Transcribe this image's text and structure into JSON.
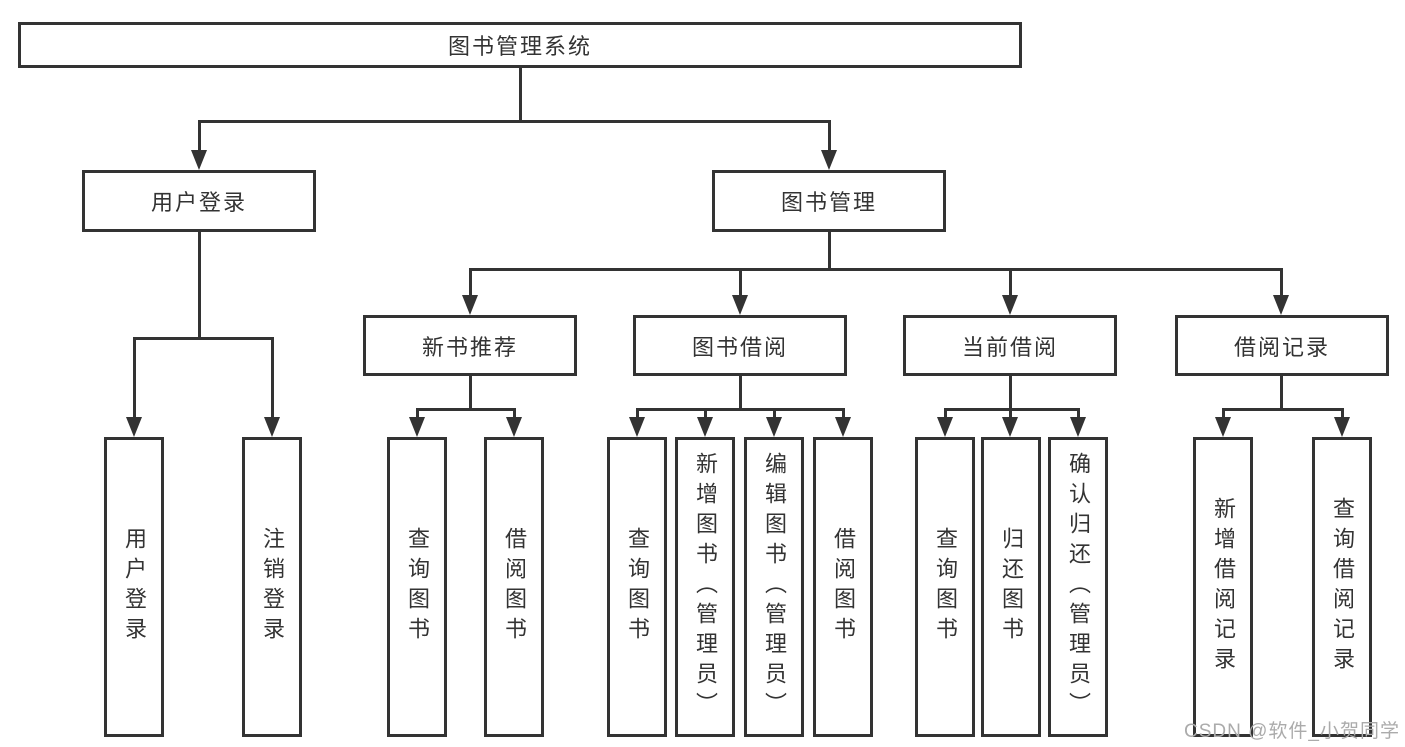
{
  "nodes": {
    "root": {
      "label": "图书管理系统"
    },
    "user_login": {
      "label": "用户登录"
    },
    "book_mgmt": {
      "label": "图书管理"
    },
    "new_books": {
      "label": "新书推荐"
    },
    "book_borrow": {
      "label": "图书借阅"
    },
    "current_borrow": {
      "label": "当前借阅"
    },
    "borrow_records": {
      "label": "借阅记录"
    },
    "user_login_children": [
      "用户登录",
      "注销登录"
    ],
    "new_books_children": [
      "查询图书",
      "借阅图书"
    ],
    "book_borrow_children": [
      "查询图书",
      "新增图书（管理员）",
      "编辑图书（管理员）",
      "借阅图书"
    ],
    "current_borrow_children": [
      "查询图书",
      "归还图书",
      "确认归还（管理员）"
    ],
    "borrow_records_children": [
      "新增借阅记录",
      "查询借阅记录"
    ]
  },
  "watermark": {
    "text": "CSDN @软件_小贺同学"
  },
  "colors": {
    "line": "#333333",
    "text": "#333333",
    "background": "#ffffff",
    "watermark": "#ababab"
  }
}
